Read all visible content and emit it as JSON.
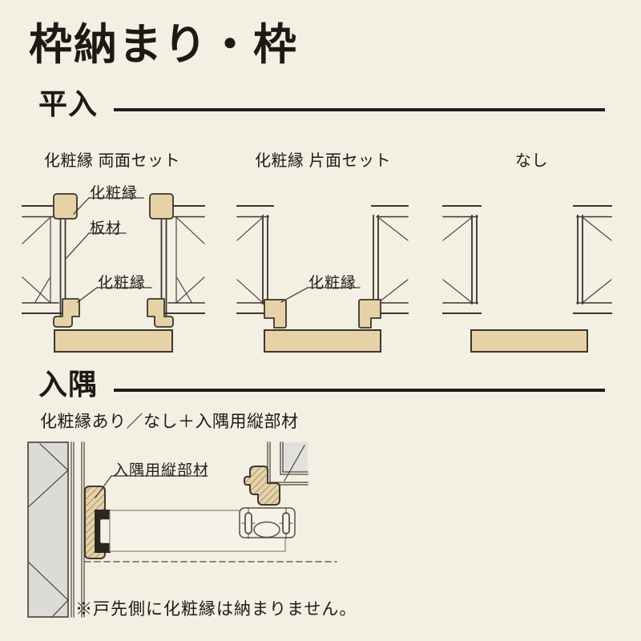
{
  "title": "枠納まり・枠",
  "colors": {
    "background": "#f4efe3",
    "wood_fill": "#e7d2a8",
    "line": "#3a362f",
    "wall_gray": "#dcdcd7",
    "hatch": "#6a5a41",
    "rule_black": "#1c1c1c"
  },
  "hirairi": {
    "heading": "平入",
    "variants": [
      {
        "label": "化粧縁 両面セット",
        "callouts": [
          "化粧縁",
          "板材",
          "化粧縁"
        ]
      },
      {
        "label": "化粧縁 片面セット",
        "callouts": [
          "化粧縁"
        ]
      },
      {
        "label": "なし",
        "callouts": []
      }
    ]
  },
  "irisumi": {
    "heading": "入隅",
    "subtitle": "化粧縁あり／なし＋入隅用縦部材",
    "callout": "入隅用縦部材",
    "note": "※戸先側に化粧縁は納まりません。"
  }
}
